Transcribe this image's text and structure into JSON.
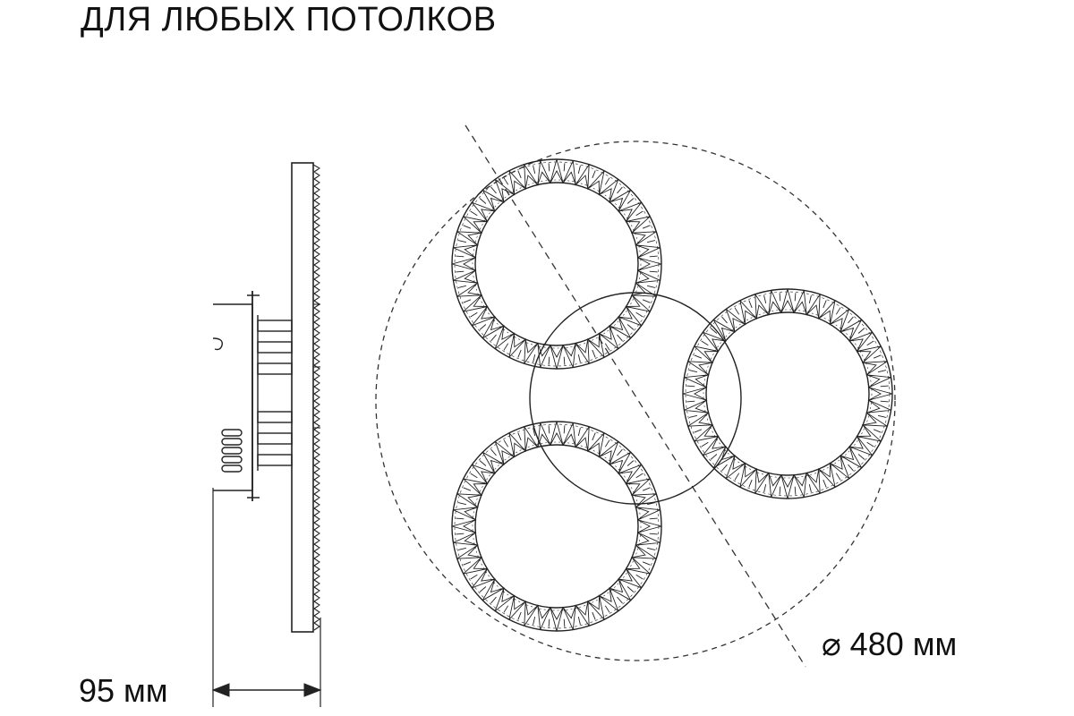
{
  "heading": "ДЛЯ ЛЮБЫХ ПОТОЛКОВ",
  "dimensions": {
    "depth_label": "95 мм",
    "diameter_label": "⌀ 480 мм"
  },
  "rings": {
    "count": 3,
    "teeth_per_ring": 40
  }
}
